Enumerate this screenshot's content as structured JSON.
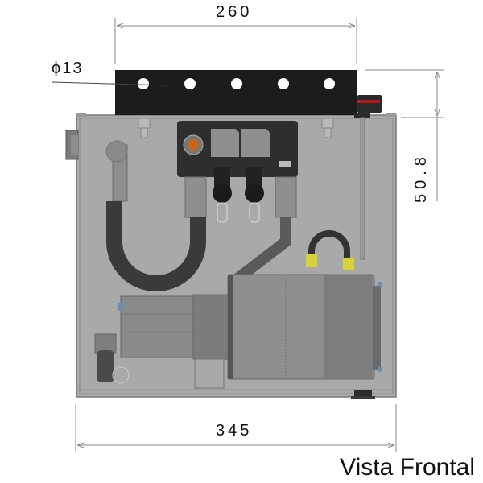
{
  "drawing": {
    "view_title": "Vista Frontal",
    "dimensions": {
      "top_width": "260",
      "bottom_width": "345",
      "hole_diameter": "ϕ13",
      "right_height": "50.8"
    },
    "components": [
      "mounting-bracket",
      "mounting-holes",
      "tank-body",
      "valve-block",
      "solenoid-coils",
      "hydraulic-hose",
      "electric-motor",
      "hydraulic-pump",
      "filler-cap",
      "drain-plug",
      "level-indicator",
      "suction-fitting"
    ],
    "colors": {
      "tank": "#a9a9a9",
      "bracket": "#1c1c1c",
      "hose": "#3a3a3a",
      "motor": "#8e8e8e",
      "fitting_yellow": "#d7d23a",
      "valve_orange": "#c8651e",
      "cap_red": "#b01c1c",
      "dim_line": "#888888"
    }
  }
}
